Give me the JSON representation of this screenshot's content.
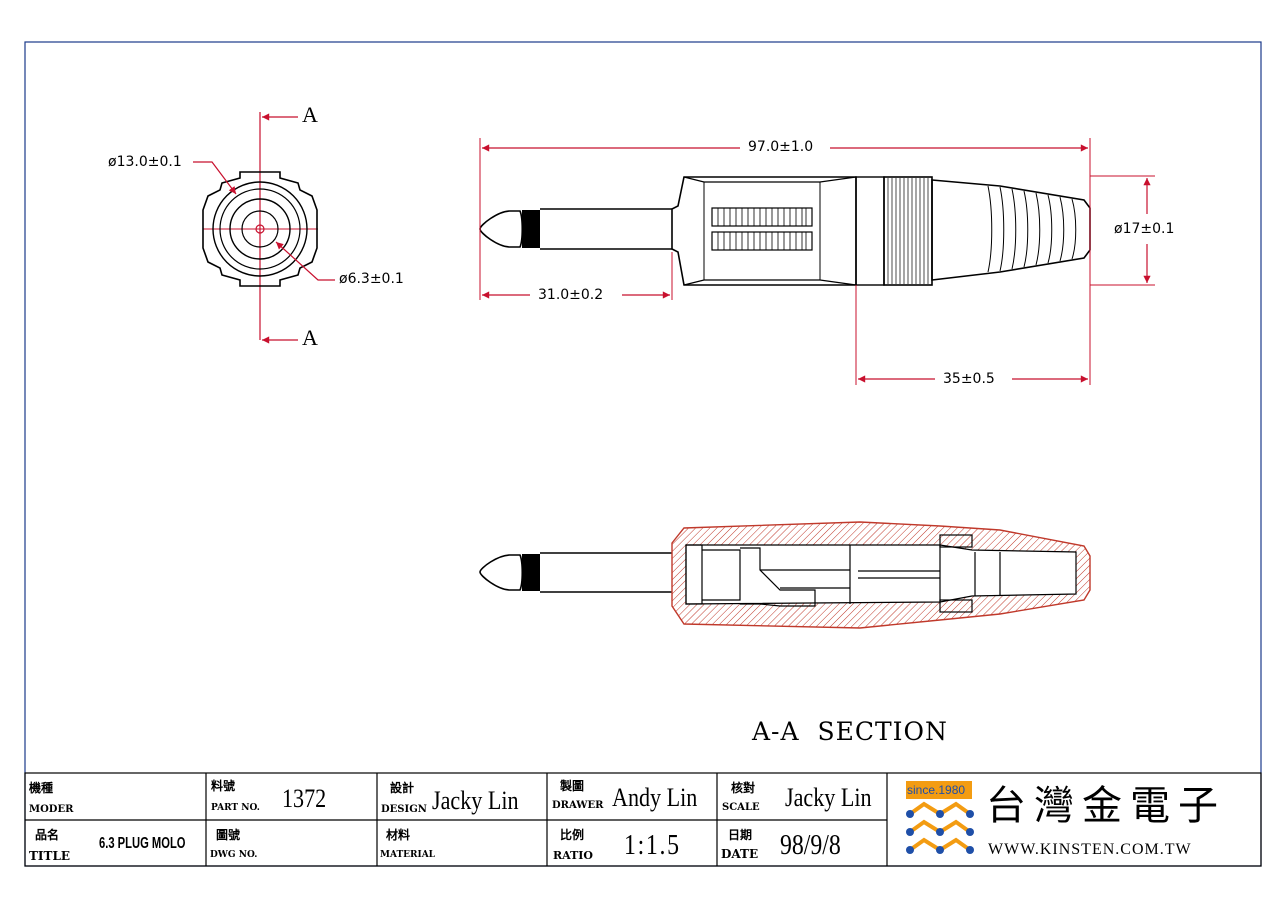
{
  "front_view": {
    "outer_diameter": "ø13.0±0.1",
    "inner_diameter": "ø6.3±0.1",
    "section_marker_top": "A",
    "section_marker_bottom": "A"
  },
  "side_view": {
    "overall_length": "97.0±1.0",
    "tip_length": "31.0±0.2",
    "body_diameter": "ø17±0.1",
    "tail_length": "35±0.5"
  },
  "section_view": {
    "caption": "A-A  SECTION"
  },
  "title_block": {
    "model_label_cn": "機種",
    "model_label_en": "MODER",
    "part_label_cn": "料號",
    "part_label_en": "PART NO.",
    "part_value": "1372",
    "design_label_cn": "設計",
    "design_label_en": "DESIGN",
    "design_value": "Jacky Lin",
    "drawer_label_cn": "製圖",
    "drawer_label_en": "DRAWER",
    "drawer_value": "Andy Lin",
    "check_label_cn": "核對",
    "check_label_en": "SCALE",
    "check_value": "Jacky Lin",
    "title_label_cn": "品名",
    "title_label_en": "TITLE",
    "title_value": "6.3 PLUG MOLO",
    "dwg_label_cn": "圖號",
    "dwg_label_en": "DWG NO.",
    "material_label_cn": "材料",
    "material_label_en": "MATERIAL",
    "ratio_label_cn": "比例",
    "ratio_label_en": "RATIO",
    "ratio_value": "1:1.5",
    "date_label_cn": "日期",
    "date_label_en": "DATE",
    "date_value": "98/9/8"
  },
  "company": {
    "since": "since.1980",
    "name": "台灣金電子",
    "url": "WWW.KINSTEN.COM.TW"
  },
  "colors": {
    "border": "#1a3a8a",
    "dimension": "#c8102e",
    "hatch": "#c0392b",
    "logo_blue": "#1f4fa8",
    "logo_orange": "#f39c12"
  }
}
